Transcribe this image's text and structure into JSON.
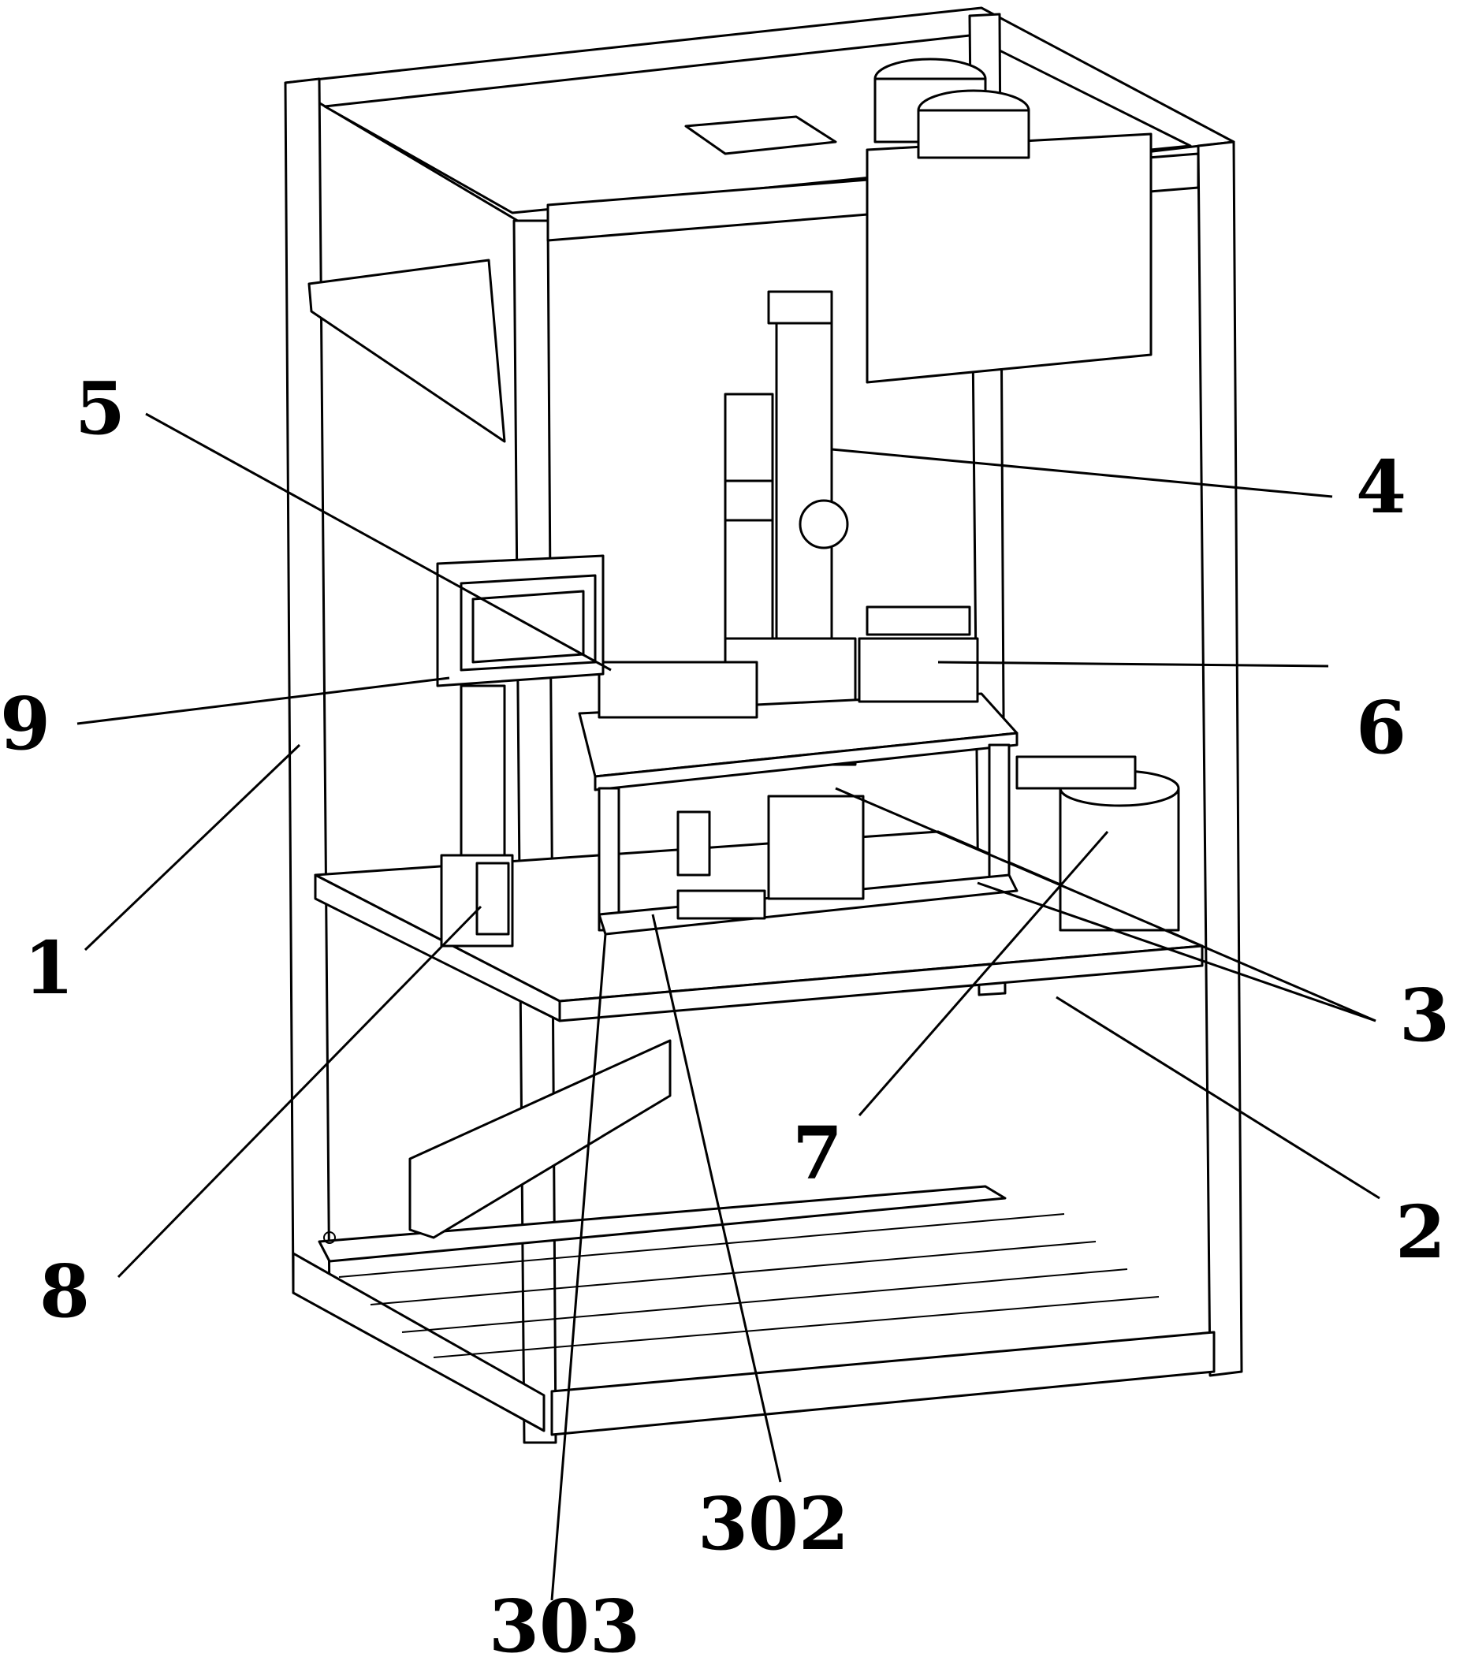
{
  "figure": {
    "labels": {
      "l1": "1",
      "l2": "2",
      "l3": "3",
      "l4": "4",
      "l5": "5",
      "l6": "6",
      "l7": "7",
      "l8": "8",
      "l9": "9",
      "l302": "302",
      "l303": "303"
    }
  }
}
